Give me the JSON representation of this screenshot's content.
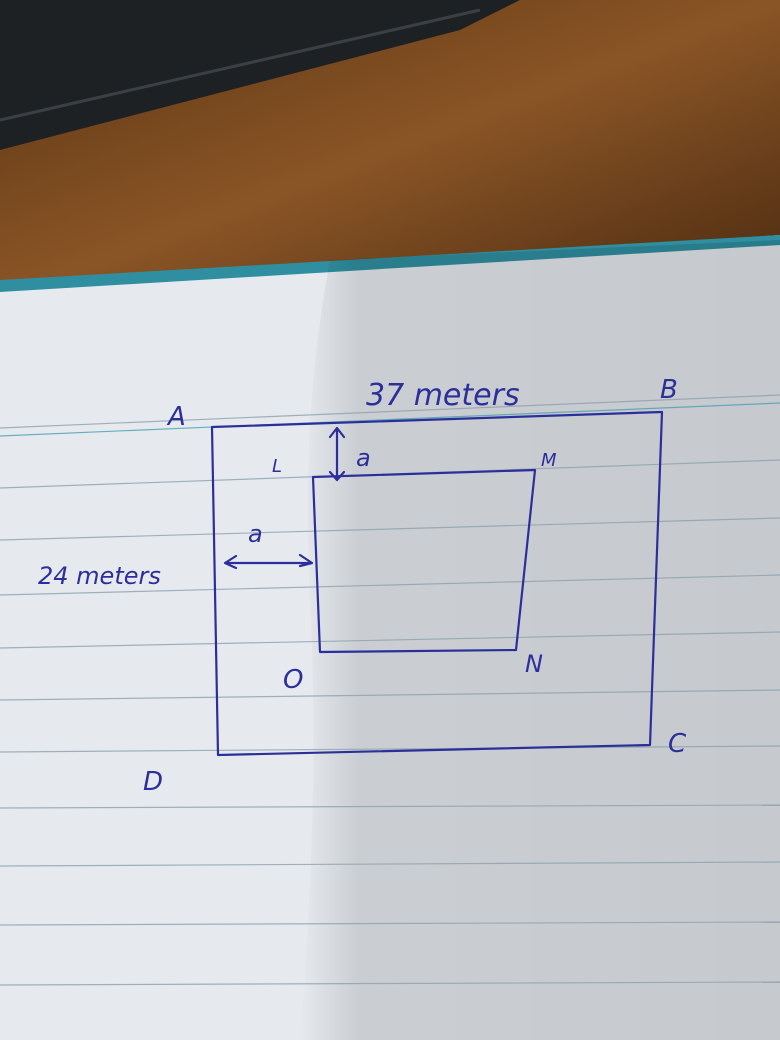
{
  "diagram": {
    "outer_rect": {
      "corners": [
        "A",
        "B",
        "C",
        "D"
      ],
      "top_label": "37 meters",
      "left_label": "24 meters"
    },
    "inner_rect": {
      "corners": [
        "L",
        "M",
        "N",
        "O"
      ]
    },
    "gap_labels": [
      "a",
      "a"
    ]
  },
  "colors": {
    "ink": "#2c2f9a",
    "paper": "#e9edf2",
    "desk": "#7a4a22"
  }
}
